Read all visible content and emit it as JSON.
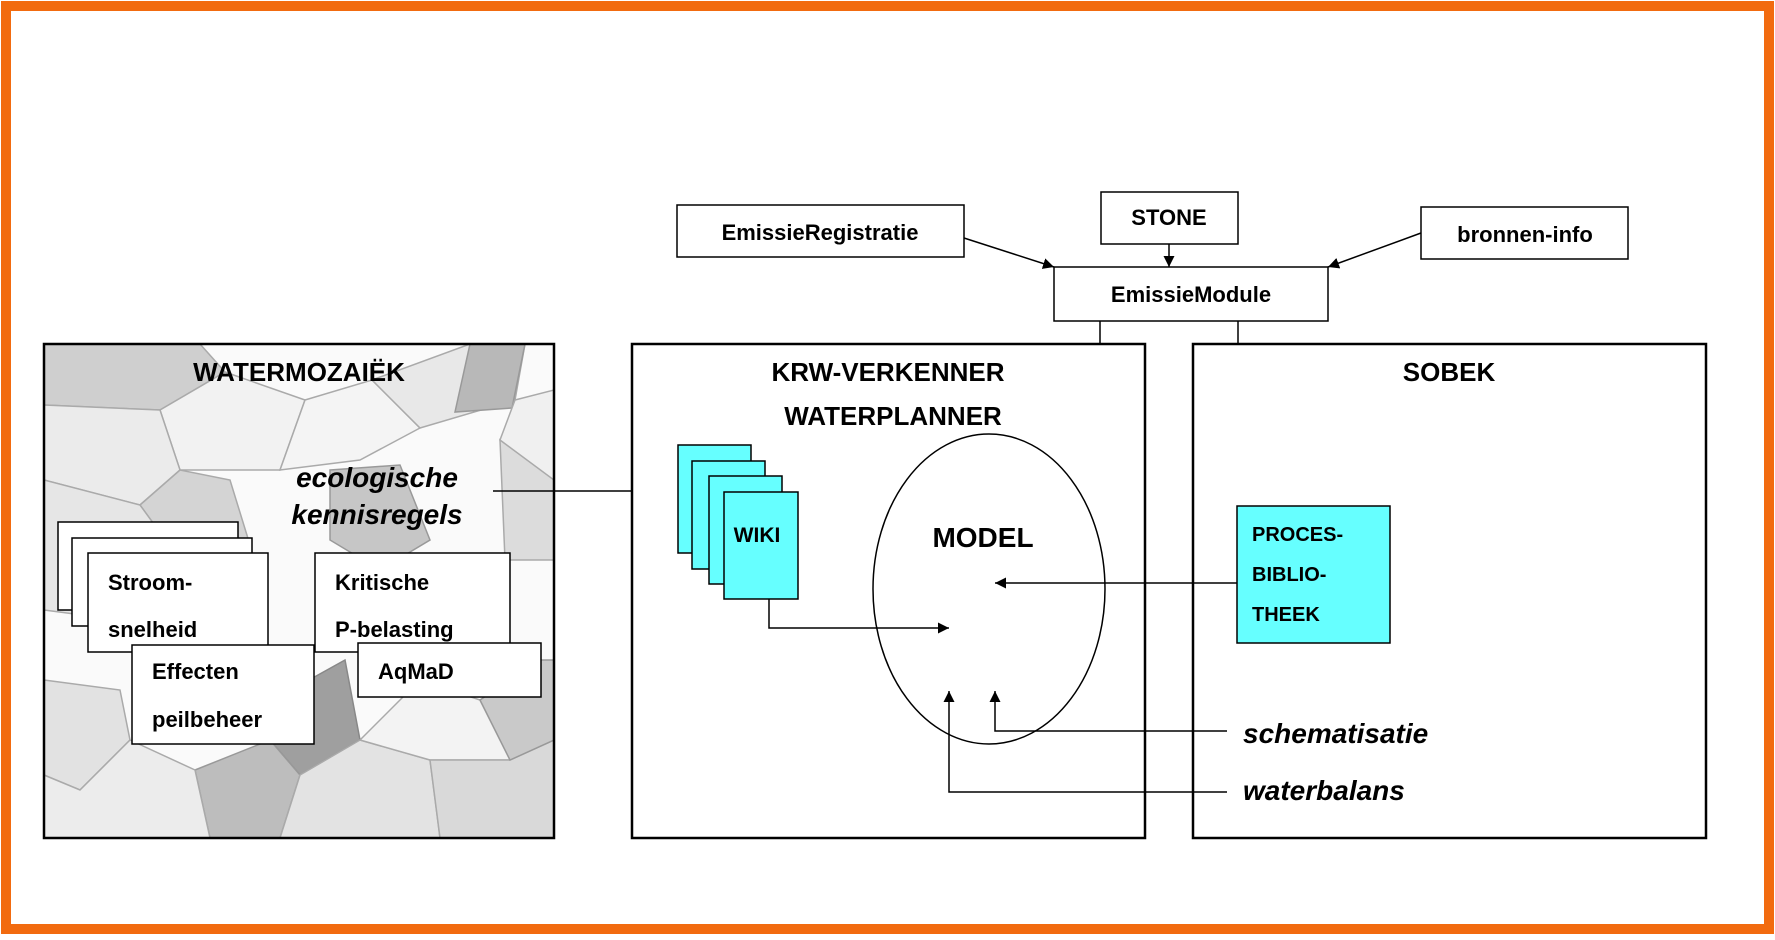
{
  "frame_color": "#f26b0f",
  "cyan_color": "#66ffff",
  "inputs": {
    "emissie_registratie": "EmissieRegistratie",
    "stone": "STONE",
    "bronnen_info": "bronnen-info",
    "emissie_module": "EmissieModule"
  },
  "watermozaiek": {
    "title": "WATERMOZAIËK",
    "rules_line1": "ecologische",
    "rules_line2": "kennisregels",
    "cards": {
      "stroom_line1": "Stroom-",
      "stroom_line2": "snelheid",
      "kritische_line1": "Kritische",
      "kritische_line2": "P-belasting",
      "effecten_line1": "Effecten",
      "effecten_line2": "peilbeheer",
      "aqmad": "AqMaD"
    }
  },
  "krw": {
    "title_line1": "KRW-VERKENNER",
    "title_line2": "WATERPLANNER",
    "wiki": "WIKI",
    "model": "MODEL"
  },
  "sobek": {
    "title": "SOBEK",
    "proces_line1": "PROCES-",
    "proces_line2": "BIBLIO-",
    "proces_line3": "THEEK",
    "schematisatie": "schematisatie",
    "waterbalans": "waterbalans"
  }
}
